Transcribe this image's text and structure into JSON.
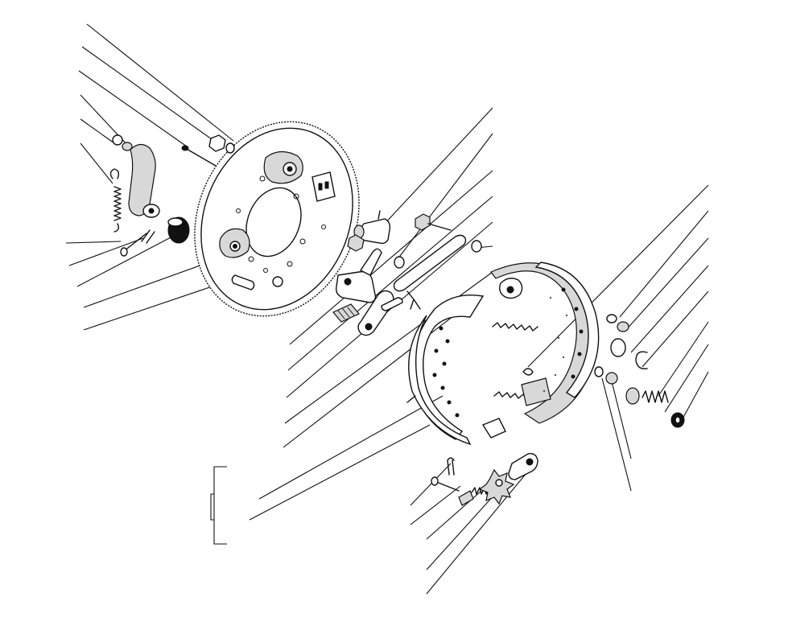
{
  "diagram": {
    "kind": "exploded-view technical drawing",
    "labels": [],
    "colors": {
      "ink": "#111111",
      "paper": "#ffffff"
    },
    "parts": [
      "backing-plate",
      "lever-arm",
      "return-spring",
      "grommet",
      "brake-shoe",
      "adjuster-assembly"
    ]
  }
}
